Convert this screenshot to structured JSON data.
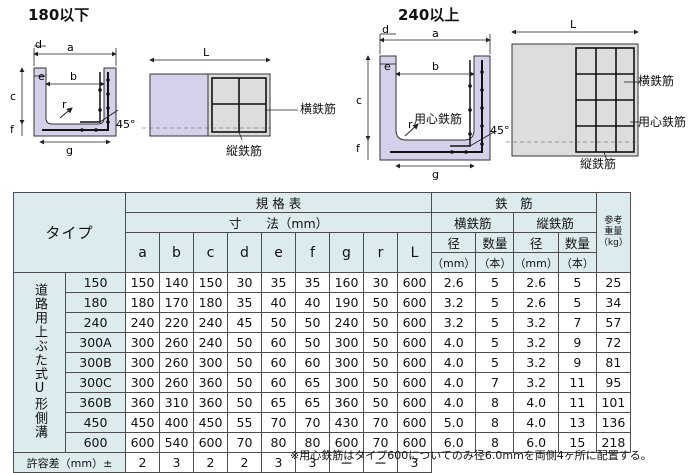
{
  "diagrams": {
    "left_title": "180以下",
    "right_title": "240以上",
    "dims": {
      "a": "a",
      "b": "b",
      "c": "c",
      "d": "d",
      "e": "e",
      "f": "f",
      "g": "g",
      "r": "r",
      "L": "L"
    },
    "angle": "45°",
    "bar_transverse": "横鉄筋",
    "bar_longitudinal": "縦鉄筋",
    "bar_core": "用心鉄筋"
  },
  "table": {
    "type_header": "タイプ",
    "spec_header": "規 格 表",
    "dim_header": "寸　　法（mm）",
    "rebar_header": "鉄　筋",
    "yoko": "横鉄筋",
    "tate": "縦鉄筋",
    "weight_header": [
      "参考",
      "重量",
      "（kg）"
    ],
    "dim_cols": [
      "a",
      "b",
      "c",
      "d",
      "e",
      "f",
      "g",
      "r",
      "L"
    ],
    "kei": "径",
    "suryo": "数量",
    "mm_unit": "（mm）",
    "hon_unit": "（本）",
    "category": "道路用上ぶた式U形側溝",
    "rows": [
      {
        "type": "150",
        "v": [
          "150",
          "140",
          "150",
          "30",
          "35",
          "35",
          "160",
          "30",
          "600",
          "2.6",
          "5",
          "2.6",
          "5",
          "25"
        ]
      },
      {
        "type": "180",
        "v": [
          "180",
          "170",
          "180",
          "35",
          "40",
          "40",
          "190",
          "50",
          "600",
          "3.2",
          "5",
          "2.6",
          "5",
          "34"
        ]
      },
      {
        "type": "240",
        "v": [
          "240",
          "220",
          "240",
          "45",
          "50",
          "50",
          "240",
          "50",
          "600",
          "3.2",
          "5",
          "3.2",
          "7",
          "57"
        ]
      },
      {
        "type": "300A",
        "v": [
          "300",
          "260",
          "240",
          "50",
          "60",
          "50",
          "300",
          "50",
          "600",
          "4.0",
          "5",
          "3.2",
          "9",
          "72"
        ]
      },
      {
        "type": "300B",
        "v": [
          "300",
          "260",
          "300",
          "50",
          "60",
          "60",
          "300",
          "50",
          "600",
          "4.0",
          "5",
          "3.2",
          "9",
          "81"
        ]
      },
      {
        "type": "300C",
        "v": [
          "300",
          "260",
          "360",
          "50",
          "60",
          "65",
          "300",
          "50",
          "600",
          "4.0",
          "7",
          "3.2",
          "11",
          "95"
        ]
      },
      {
        "type": "360B",
        "v": [
          "360",
          "310",
          "360",
          "50",
          "65",
          "65",
          "360",
          "50",
          "600",
          "4.0",
          "8",
          "4.0",
          "11",
          "101"
        ]
      },
      {
        "type": "450",
        "v": [
          "450",
          "400",
          "450",
          "55",
          "70",
          "70",
          "430",
          "70",
          "600",
          "5.0",
          "8",
          "4.0",
          "13",
          "136"
        ]
      },
      {
        "type": "600",
        "v": [
          "600",
          "540",
          "600",
          "70",
          "80",
          "80",
          "600",
          "70",
          "600",
          "6.0",
          "8",
          "6.0",
          "15",
          "218"
        ]
      }
    ],
    "tolerance_label": "許容差（mm）±",
    "tolerance": [
      "2",
      "3",
      "2",
      "2",
      "3",
      "3",
      "ー",
      "ー",
      "3"
    ]
  },
  "footnote": "※用心鉄筋はタイプ600についてのみ径6.0mmを両側4ヶ所に配置する。"
}
